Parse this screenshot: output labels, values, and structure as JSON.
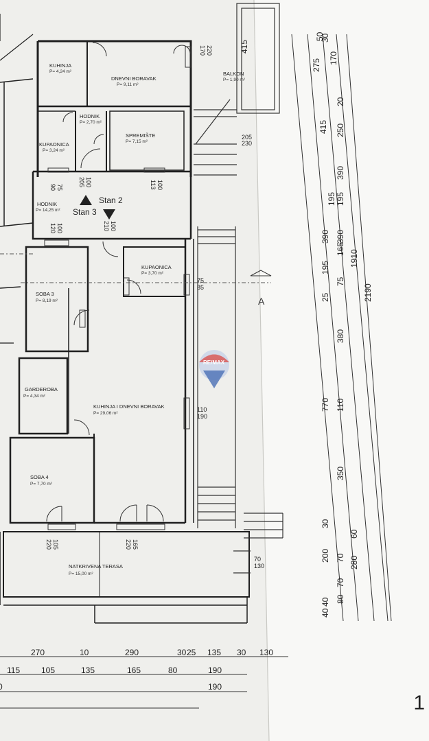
{
  "rooms": [
    {
      "name": "KUHINJA",
      "area": "P= 4,24 m²"
    },
    {
      "name": "DNEVNI BORAVAK",
      "area": "P= 9,11 m²"
    },
    {
      "name": "BALKON",
      "area": "P= 1,90 m²"
    },
    {
      "name": "HODNIK",
      "area": "P= 2,70 m²"
    },
    {
      "name": "KUPAONICA",
      "area": "P= 3,24 m²"
    },
    {
      "name": "SPREMIŠTE",
      "area": "P= 7,15 m²"
    },
    {
      "name": "HODNIK",
      "area": "P= 14,25 m²"
    },
    {
      "name": "KUPAONICA",
      "area": "P= 3,70 m²"
    },
    {
      "name": "SOBA 3",
      "area": "P= 8,19 m²"
    },
    {
      "name": "GARDEROBA",
      "area": "P= 4,34 m²"
    },
    {
      "name": "KUHINJA I DNEVNI BORAVAK",
      "area": "P= 29,06 m²"
    },
    {
      "name": "SOBA 4",
      "area": "P= 7,70 m²"
    },
    {
      "name": "NATKRIVENA TERASA",
      "area": "P= 15,00 m²"
    }
  ],
  "stan_labels": {
    "stan2": "Stan 2",
    "stan3": "Stan 3"
  },
  "section_marker": "A",
  "logo": "RE/MAX",
  "opening_marks": [
    [
      "170",
      "220"
    ],
    [
      "205",
      "230"
    ],
    [
      "75",
      "90"
    ],
    [
      "100",
      "205"
    ],
    [
      "100",
      "113"
    ],
    [
      "100",
      "120"
    ],
    [
      "100",
      "210"
    ],
    [
      "75",
      "85"
    ],
    [
      "110",
      "190"
    ],
    [
      "105",
      "220"
    ],
    [
      "165",
      "220"
    ],
    [
      "70",
      "130"
    ]
  ],
  "right_dims": {
    "col1": [
      "40",
      "40",
      "30",
      "200",
      "770",
      "25",
      "195",
      "390"
    ],
    "col2": [
      "80",
      "70",
      "70",
      "350",
      "110",
      "380",
      "75",
      "165",
      "390",
      "195",
      "390",
      "250",
      "20"
    ],
    "col3": [
      "60",
      "280",
      "1910",
      "195",
      "415",
      "170",
      "275",
      "50",
      "30"
    ],
    "col4": [
      "2190"
    ],
    "col5": [
      "415"
    ]
  },
  "bottom_dims": {
    "row1": [
      "270",
      "10",
      "290",
      "30",
      "25",
      "135",
      "30",
      "130"
    ],
    "row2": [
      "115",
      "105",
      "135",
      "165",
      "80",
      "190"
    ],
    "row3": [
      "0",
      "190"
    ]
  },
  "page_number": "1"
}
